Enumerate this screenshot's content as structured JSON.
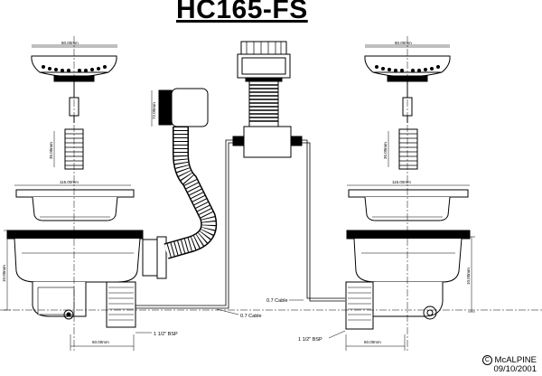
{
  "title": "HC165-FS",
  "credit": {
    "symbol": "C",
    "company": "McALPINE",
    "date": "09/10/2001"
  },
  "dimensions": {
    "strainer_left": "80.00mm",
    "strainer_right": "80.00mm",
    "bolt_left": "35.00mm",
    "bolt_right": "35.00mm",
    "bowl_left": "115.00mm",
    "bowl_right": "115.00mm",
    "height_left": "10.00mm",
    "height_right": "10.00mm",
    "outlet_left": "60.00mm",
    "outlet_right": "60.00mm",
    "overflow_head": "72.00mm"
  },
  "labels": {
    "cable_left": "0.7 Cable",
    "cable_right": "0.7 Cable",
    "bsp_left": "1 1/2\" BSP",
    "bsp_right": "1 1/2\" BSP"
  }
}
